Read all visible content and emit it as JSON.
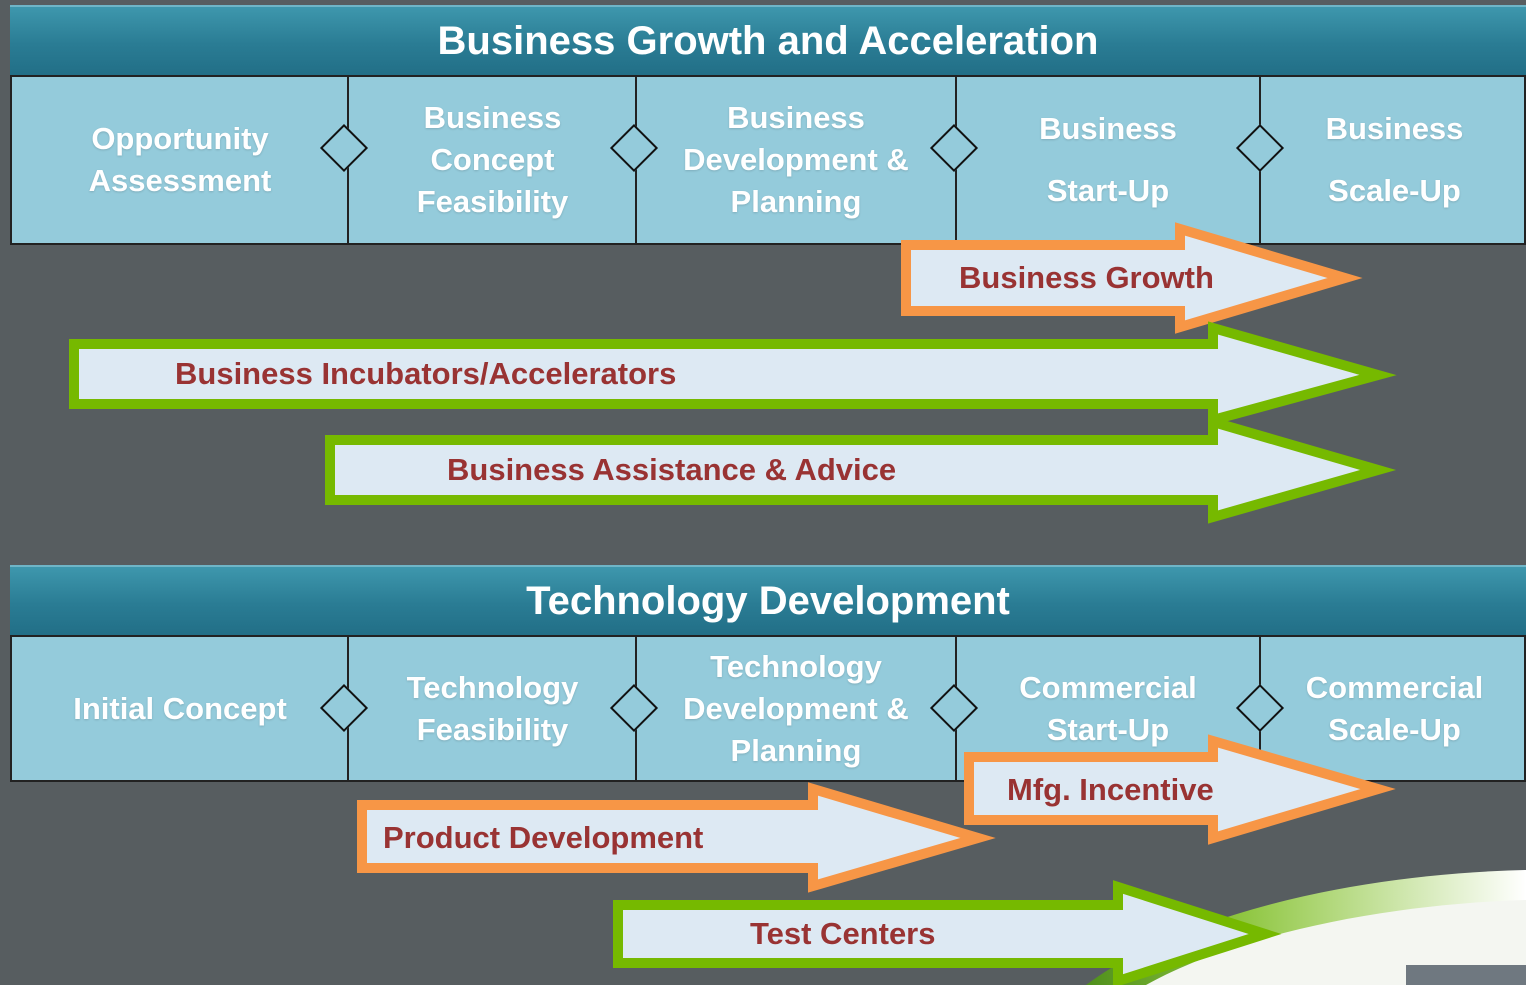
{
  "business_section": {
    "title": "Business Growth and Acceleration",
    "stages": [
      {
        "lines": [
          "Opportunity",
          "Assessment"
        ]
      },
      {
        "lines": [
          "Business",
          "Concept",
          "Feasibility"
        ]
      },
      {
        "lines": [
          "Business",
          "Development &",
          "Planning"
        ]
      },
      {
        "lines": [
          "Business",
          "Start-Up"
        ]
      },
      {
        "lines": [
          "Business",
          "Scale-Up"
        ]
      }
    ]
  },
  "business_arrows": [
    {
      "label": "Business Growth",
      "color": "orange"
    },
    {
      "label": "Business Incubators/Accelerators",
      "color": "green"
    },
    {
      "label": "Business Assistance & Advice",
      "color": "green"
    }
  ],
  "technology_section": {
    "title": "Technology Development",
    "stages": [
      {
        "lines": [
          "Initial Concept"
        ]
      },
      {
        "lines": [
          "Technology",
          "Feasibility"
        ]
      },
      {
        "lines": [
          "Technology",
          "Development &",
          "Planning"
        ]
      },
      {
        "lines": [
          "Commercial",
          "Start-Up"
        ]
      },
      {
        "lines": [
          "Commercial",
          "Scale-Up"
        ]
      }
    ]
  },
  "technology_arrows": [
    {
      "label": "Mfg. Incentive",
      "color": "orange"
    },
    {
      "label": "Product Development",
      "color": "orange"
    },
    {
      "label": "Test Centers",
      "color": "green"
    }
  ],
  "colors": {
    "background": "#575d60",
    "header": "#2a7c94",
    "stage_fill": "#94cbdb",
    "arrow_fill": "#dde9f3",
    "orange_border": "#f79646",
    "green_border": "#76b900",
    "label_text": "#993333"
  }
}
